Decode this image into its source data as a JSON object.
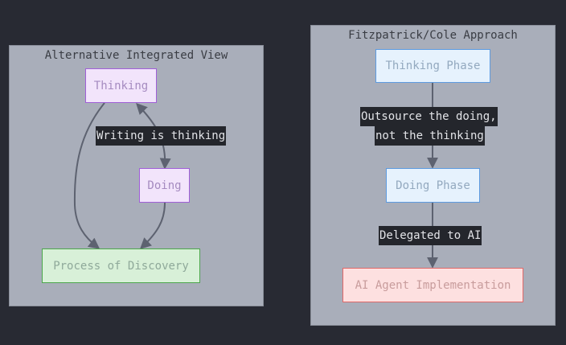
{
  "colors": {
    "background": "#282a33",
    "cluster_fill": "#a9aeba",
    "edge": "#5d6270",
    "label_bg": "#24262c"
  },
  "left_cluster": {
    "title": "Alternative Integrated View",
    "nodes": {
      "thinking": "Thinking",
      "doing": "Doing",
      "discovery": "Process of Discovery"
    },
    "edge_label": "Writing is thinking"
  },
  "right_cluster": {
    "title": "Fitzpatrick/Cole Approach",
    "nodes": {
      "thinking_phase": "Thinking Phase",
      "doing_phase": "Doing Phase",
      "ai_agent": "AI Agent Implementation"
    },
    "edge_label_1_line1": "Outsource the doing,",
    "edge_label_1_line2": "not the thinking",
    "edge_label_2": "Delegated to AI"
  }
}
